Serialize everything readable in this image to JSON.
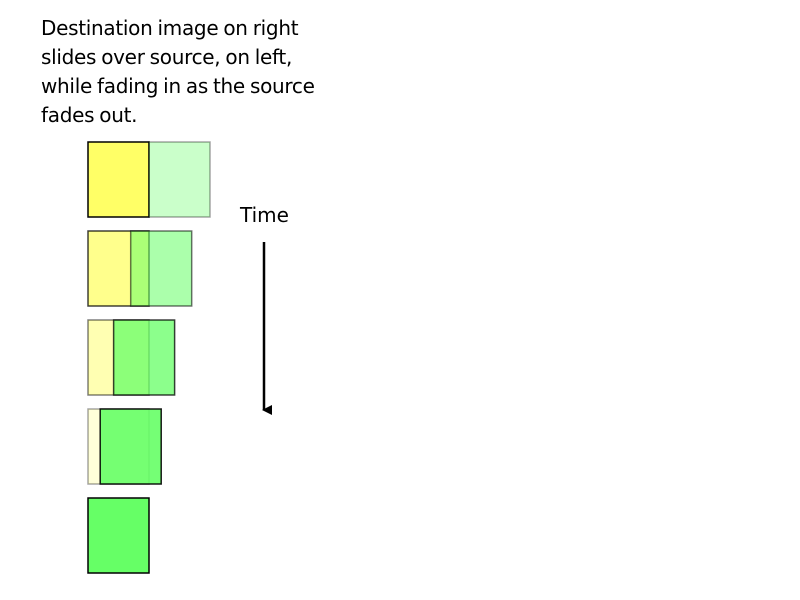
{
  "caption": {
    "lines": [
      "Destination image on right",
      "slides over source, on left,",
      "while fading in as the source",
      "fades out."
    ]
  },
  "time_axis": {
    "label": "Time",
    "direction": "down"
  },
  "colors": {
    "source": "#ffff66",
    "destination": "#66ff66",
    "border": "#000000",
    "background": "#ffffff"
  },
  "frames": [
    {
      "step": 1,
      "source_opacity": 1.0,
      "destination_opacity": 0.35,
      "destination_offset": 1.0
    },
    {
      "step": 2,
      "source_opacity": 0.75,
      "destination_opacity": 0.55,
      "destination_offset": 0.7
    },
    {
      "step": 3,
      "source_opacity": 0.5,
      "destination_opacity": 0.75,
      "destination_offset": 0.42
    },
    {
      "step": 4,
      "source_opacity": 0.25,
      "destination_opacity": 0.9,
      "destination_offset": 0.2
    },
    {
      "step": 5,
      "source_opacity": 0.0,
      "destination_opacity": 1.0,
      "destination_offset": 0.0
    }
  ]
}
